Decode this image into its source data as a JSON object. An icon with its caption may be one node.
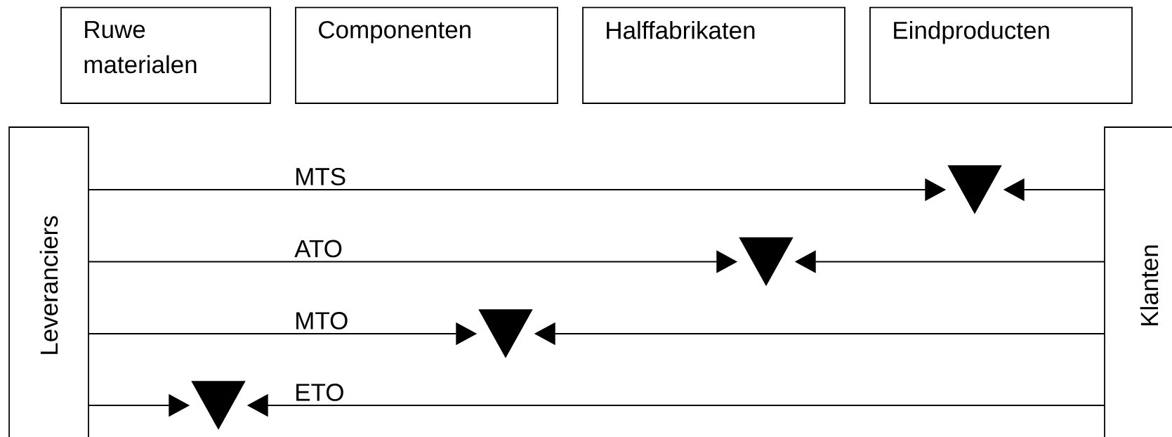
{
  "diagram": {
    "nodes": [
      {
        "text": [
          "Ruwe materialen"
        ]
      },
      {
        "text": [
          "Componenten"
        ]
      },
      {
        "text": [
          "Halffabrikaten"
        ]
      },
      {
        "text": [
          "Eindproducten"
        ]
      },
      {
        "text": [
          "Leveranciers"
        ]
      },
      {
        "text": [
          "Klanten"
        ]
      },
      {
        "text": [],
        "shape": "triangle"
      },
      {
        "text": [],
        "shape": "triangle"
      },
      {
        "text": [],
        "shape": "triangle"
      },
      {
        "text": [],
        "shape": "triangle"
      }
    ],
    "edges": [
      {
        "from": 4,
        "to": 6,
        "arrow": "to",
        "label": "MTS"
      },
      {
        "from": 5,
        "to": 6,
        "arrow": "to"
      },
      {
        "from": 4,
        "to": 7,
        "arrow": "to",
        "label": "ATO"
      },
      {
        "from": 5,
        "to": 7,
        "arrow": "to"
      },
      {
        "from": 4,
        "to": 8,
        "arrow": "to",
        "label": "MTO"
      },
      {
        "from": 5,
        "to": 8,
        "arrow": "to"
      },
      {
        "from": 4,
        "to": 9,
        "arrow": "to"
      },
      {
        "from": 5,
        "to": 9,
        "arrow": "to",
        "label": "ETO"
      }
    ]
  }
}
